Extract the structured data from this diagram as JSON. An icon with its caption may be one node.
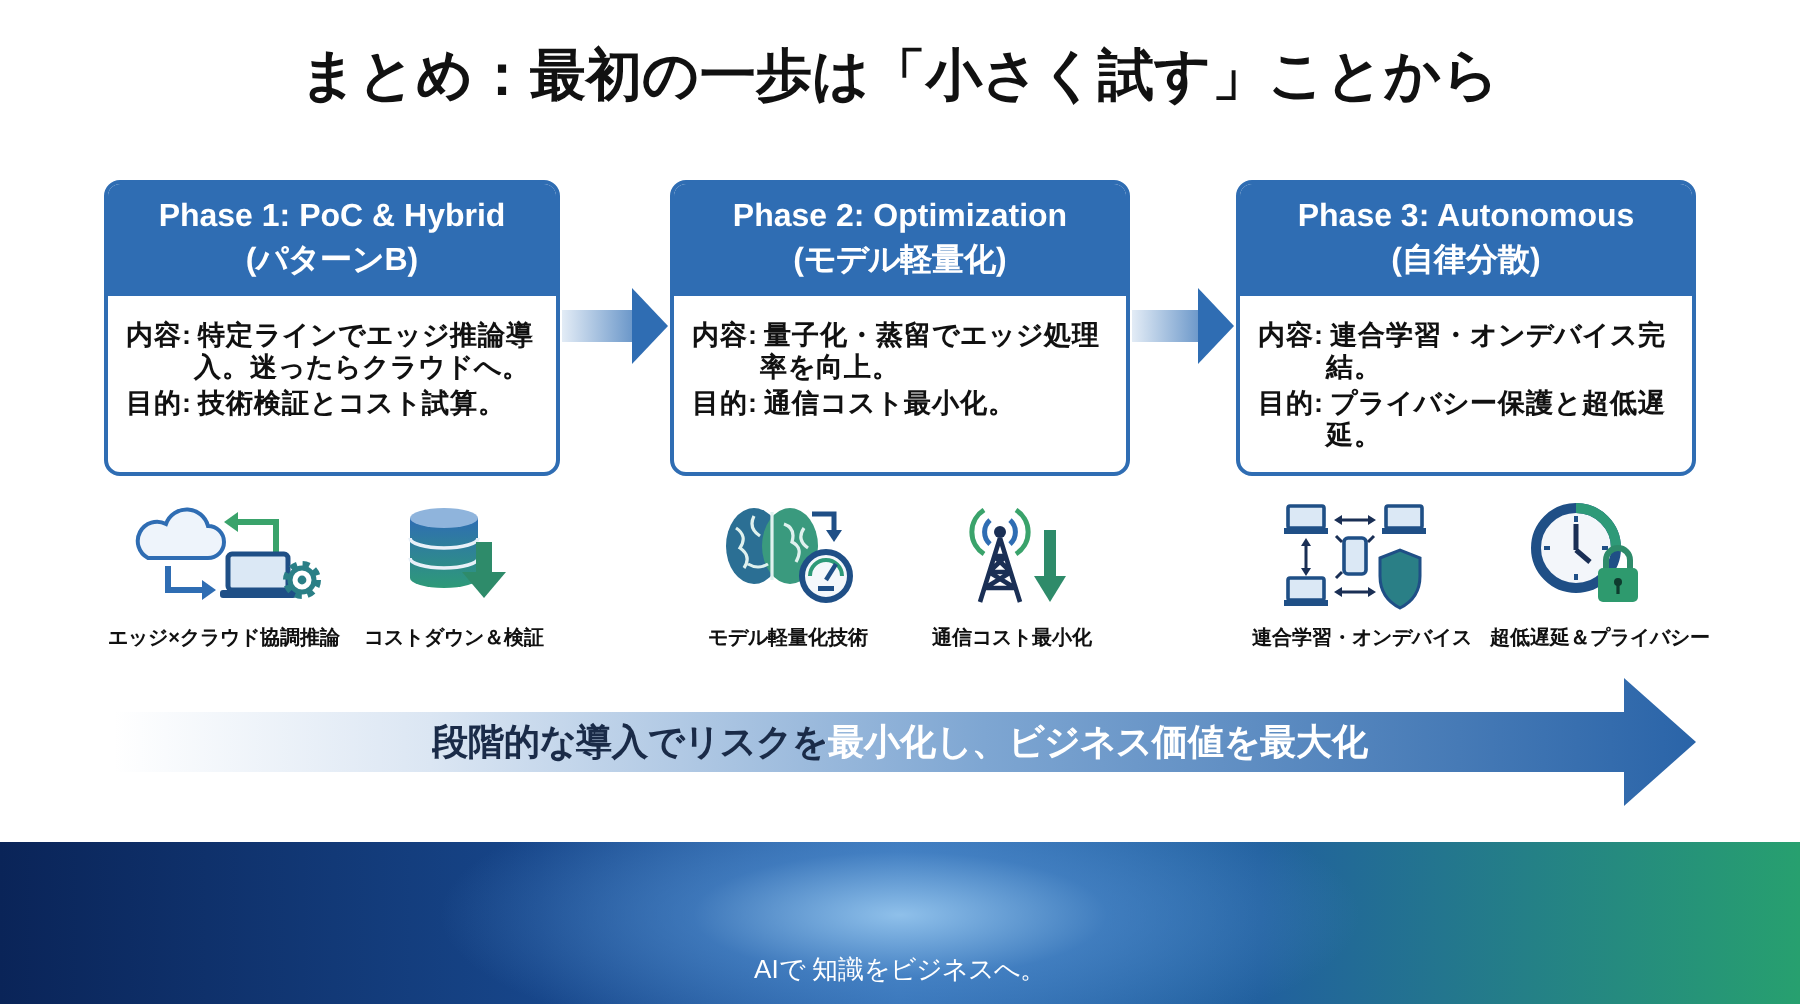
{
  "diagram": {
    "title": "まとめ：最初の一歩は「小さく試す」ことから",
    "nodes": [
      {
        "text": [
          "Phase 1: PoC & Hybrid (パターンB)",
          "内容: 特定ラインでエッジ推論導入。迷ったらクラウドへ。",
          "目的: 技術検証とコスト試算。"
        ]
      },
      {
        "text": [
          "Phase 2: Optimization (モデル軽量化)",
          "内容: 量子化・蒸留でエッジ処理率を向上。",
          "目的: 通信コスト最小化。"
        ]
      },
      {
        "text": [
          "Phase 3: Autonomous (自律分散)",
          "内容: 連合学習・オンデバイス完結。",
          "目的: プライバシー保護と超低遅延。"
        ]
      },
      {
        "text": [
          "段階的な導入でリスクを最小化し、ビジネス価値を最大化"
        ]
      }
    ],
    "edges": [
      {
        "from": 0,
        "to": 1,
        "arrow": "to"
      },
      {
        "from": 1,
        "to": 2,
        "arrow": "to"
      }
    ],
    "labels": [
      "エッジ×クラウド協調推論",
      "コストダウン＆検証",
      "モデル軽量化技術",
      "通信コスト最小化",
      "連合学習・オンデバイス",
      "超低遅延＆プライバシー",
      "AIで 知識をビジネスへ。"
    ]
  }
}
